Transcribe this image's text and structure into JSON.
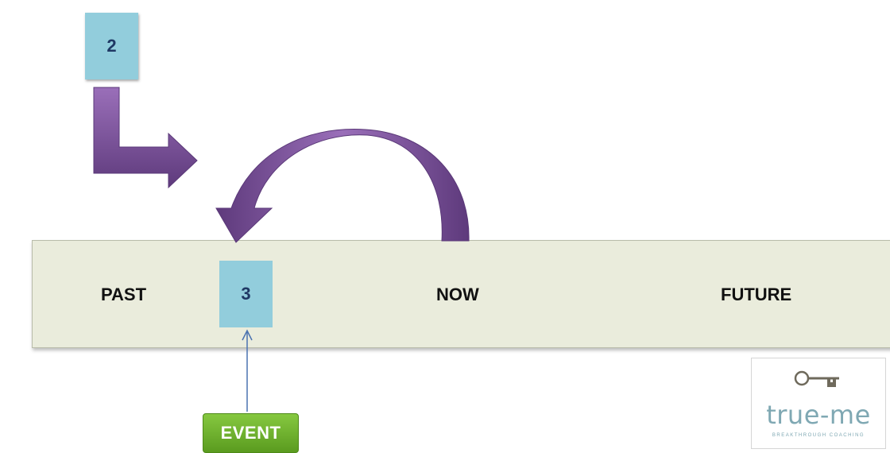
{
  "diagram": {
    "boxes": {
      "two": "2",
      "three": "3"
    },
    "timeline": {
      "past": "PAST",
      "now": "NOW",
      "future": "FUTURE"
    },
    "event_label": "EVENT",
    "logo": {
      "wordmark": "true-me",
      "tagline": "BREAKTHROUGH COACHING",
      "icon": "key-icon"
    },
    "colors": {
      "box_fill": "#92cddc",
      "timeline_fill": "#eaecdc",
      "arrow_purple": "#7b4f9a",
      "event_green": "#6db32e",
      "logo_teal": "#7fa8b3"
    }
  }
}
